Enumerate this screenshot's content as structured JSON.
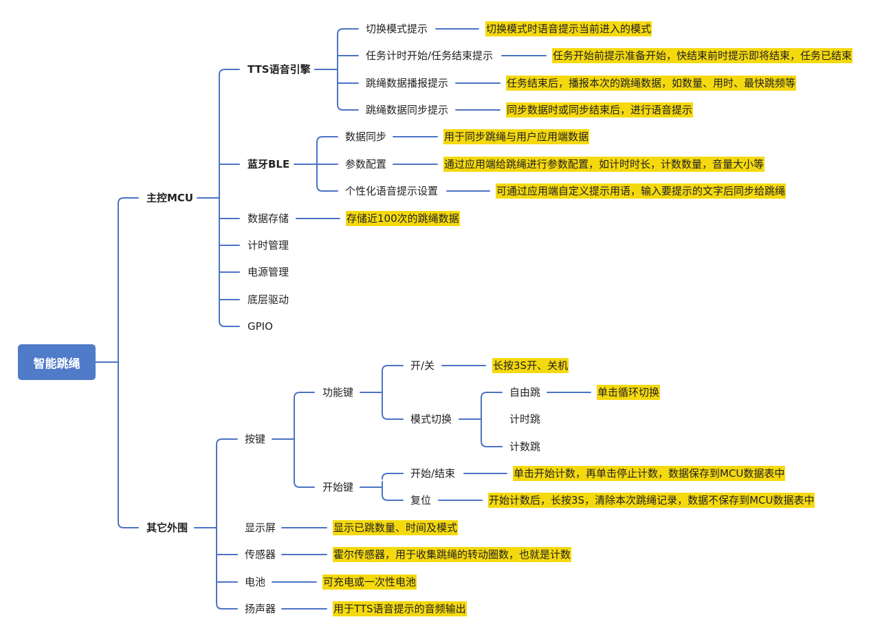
{
  "root": "智能跳绳",
  "branches": {
    "main_mcu": {
      "label": "主控MCU",
      "tts": {
        "label": "TTS语音引擎",
        "items": [
          {
            "label": "切换模式提示",
            "note": "切换模式时语音提示当前进入的模式"
          },
          {
            "label": "任务计时开始/任务结束提示",
            "note": "任务开始前提示准备开始，快结束前时提示即将结束，任务已结束"
          },
          {
            "label": "跳绳数据播报提示",
            "note": "任务结束后，播报本次的跳绳数据，如数量、用时、最快跳频等"
          },
          {
            "label": "跳绳数据同步提示",
            "note": "同步数据时或同步结束后，进行语音提示"
          }
        ]
      },
      "ble": {
        "label": "蓝牙BLE",
        "items": [
          {
            "label": "数据同步",
            "note": "用于同步跳绳与用户应用端数据"
          },
          {
            "label": "参数配置",
            "note": "通过应用端给跳绳进行参数配置，如计时时长，计数数量，音量大小等"
          },
          {
            "label": "个性化语音提示设置",
            "note": "可通过应用端自定义提示用语，输入要提示的文字后同步给跳绳"
          }
        ]
      },
      "storage": {
        "label": "数据存储",
        "note": "存储近100次的跳绳数据"
      },
      "timer": "计时管理",
      "power": "电源管理",
      "driver": "底层驱动",
      "gpio": "GPIO"
    },
    "peripherals": {
      "label": "其它外围",
      "keys": {
        "label": "按键",
        "function_key": {
          "label": "功能键",
          "onoff": {
            "label": "开/关",
            "note": "长按3S开、关机"
          },
          "mode_switch": {
            "label": "模式切换",
            "free": {
              "label": "自由跳",
              "note": "单击循环切换"
            },
            "timed": "计时跳",
            "count": "计数跳"
          }
        },
        "start_key": {
          "label": "开始键",
          "start_end": {
            "label": "开始/结束",
            "note": "单击开始计数，再单击停止计数，数据保存到MCU数据表中"
          },
          "reset": {
            "label": "复位",
            "note": "开始计数后，长按3S，清除本次跳绳记录，数据不保存到MCU数据表中"
          }
        }
      },
      "display": {
        "label": "显示屏",
        "note": "显示已跳数量、时间及模式"
      },
      "sensor": {
        "label": "传感器",
        "note": "霍尔传感器，用于收集跳绳的转动圈数，也就是计数"
      },
      "battery": {
        "label": "电池",
        "note": "可充电或一次性电池"
      },
      "speaker": {
        "label": "扬声器",
        "note": "用于TTS语音提示的音频输出"
      }
    }
  },
  "colors": {
    "line": "#4a72c4",
    "root_fill": "#4f7bc8",
    "highlight": "#f5d90f"
  }
}
